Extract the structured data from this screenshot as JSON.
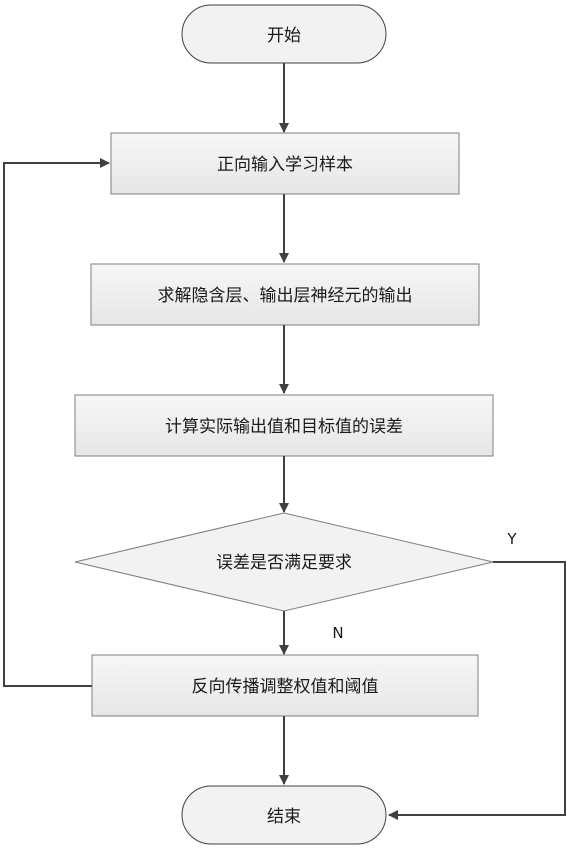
{
  "flowchart": {
    "start": "开始",
    "step1": "正向输入学习样本",
    "step2": "求解隐含层、输出层神经元的输出",
    "step3": "计算实际输出值和目标值的误差",
    "decision": "误差是否满足要求",
    "yes_label": "Y",
    "no_label": "N",
    "step4": "反向传播调整权值和阈值",
    "end": "结束"
  },
  "colors": {
    "stroke": "#404040",
    "terminal_fill": "#f2f2f2",
    "process_fill": "#ececec",
    "text": "#1a1a1a"
  }
}
